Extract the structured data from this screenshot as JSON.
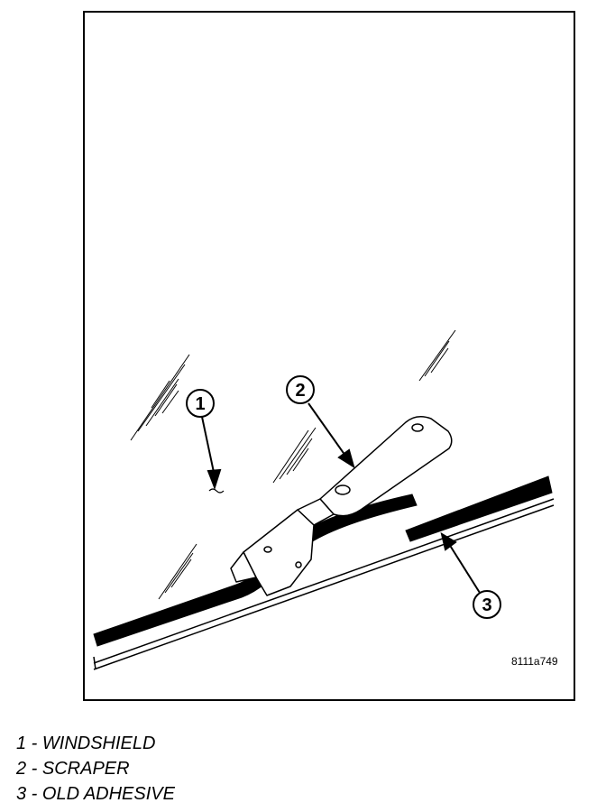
{
  "figure": {
    "figure_id": "8111a749",
    "callouts": [
      {
        "number": "1"
      },
      {
        "number": "2"
      },
      {
        "number": "3"
      }
    ]
  },
  "legend": {
    "items": [
      {
        "text": "1 - WINDSHIELD"
      },
      {
        "text": "2 - SCRAPER"
      },
      {
        "text": "3 - OLD ADHESIVE"
      }
    ]
  }
}
